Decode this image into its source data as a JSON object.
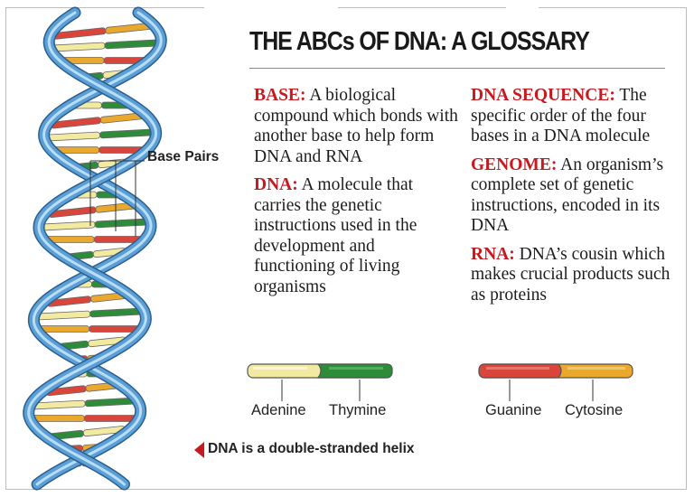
{
  "title": "THE ABCs OF DNA: A GLOSSARY",
  "entries_left": [
    {
      "term": "BASE:",
      "definition": " A biological compound which bonds with another base to help form DNA and RNA"
    },
    {
      "term": "DNA:",
      "definition": " A molecule that carries the genetic instructions used in the development and functioning of living organisms"
    }
  ],
  "entries_right": [
    {
      "term": "DNA SEQUENCE:",
      "definition": " The specific order of the four bases in a DNA molecule"
    },
    {
      "term": "GENOME:",
      "definition": " An organism’s complete set of genetic instructions, encoded in its DNA"
    },
    {
      "term": "RNA:",
      "definition": " DNA’s cousin which makes crucial products such as proteins"
    }
  ],
  "base_pairs_label": "Base Pairs",
  "legend": {
    "pair1": [
      "Adenine",
      "Thymine"
    ],
    "pair2": [
      "Guanine",
      "Cytosine"
    ]
  },
  "caption": "DNA is a double-stranded helix",
  "colors": {
    "accent": "#c8191f",
    "strand": "#5b9fd6",
    "adenine": "#f2eaa0",
    "thymine": "#2e8b3a",
    "guanine": "#d9453a",
    "cytosine": "#eaa82c"
  }
}
